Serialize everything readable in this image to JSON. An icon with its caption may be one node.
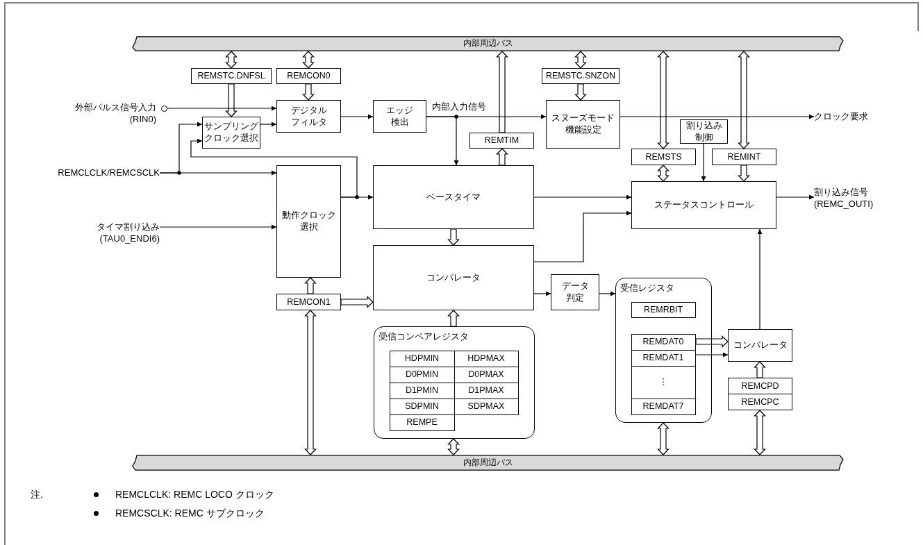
{
  "diagram": {
    "nodes": [
      {
        "text": [
          "内部周辺バス"
        ]
      },
      {
        "text": [
          "REMSTC.DNFSL"
        ]
      },
      {
        "text": [
          "REMCON0"
        ]
      },
      {
        "text": [
          "REMSTC.SNZON"
        ]
      },
      {
        "text": [],
        "shape": "circle",
        "beside": [
          "外部パルス信号入力 (RIN0)"
        ]
      },
      {
        "text": [
          "デジタルフィルタ"
        ]
      },
      {
        "text": [
          "エッジ検出"
        ]
      },
      {
        "text": [
          "スヌーズモード機能設定"
        ]
      },
      {
        "text": [
          "クロック要求"
        ]
      },
      {
        "text": [
          "サンプリングクロック選択"
        ]
      },
      {
        "text": [
          "割り込み制御"
        ]
      },
      {
        "text": [
          "REMTIM"
        ]
      },
      {
        "text": [
          "REMSTS"
        ]
      },
      {
        "text": [
          "REMINT"
        ]
      },
      {
        "text": [
          "REMCLCLK/REMCSCLK"
        ]
      },
      {
        "text": [
          "動作クロック選択"
        ]
      },
      {
        "text": [
          "ベースタイマ"
        ]
      },
      {
        "text": [
          "ステータスコントロール"
        ]
      },
      {
        "text": [
          "割り込み信号 (REMC_OUTI)"
        ]
      },
      {
        "text": [
          "タイマ割り込み (TAU0_ENDI6)"
        ]
      },
      {
        "text": [
          "コンパレータ"
        ]
      },
      {
        "text": [
          "データ判定"
        ]
      },
      {
        "text": [
          "受信レジスタ"
        ]
      },
      {
        "text": [
          "REMRBIT"
        ],
        "in": 22
      },
      {
        "text": [
          "REMCON1"
        ]
      },
      {
        "text": [
          "受信コンペアレジスタ"
        ]
      },
      {
        "text": [
          "HDPMIN"
        ],
        "in": 25
      },
      {
        "text": [
          "HDPMAX"
        ],
        "in": 25
      },
      {
        "text": [
          "D0PMIN"
        ],
        "in": 25
      },
      {
        "text": [
          "D0PMAX"
        ],
        "in": 25
      },
      {
        "text": [
          "D1PMIN"
        ],
        "in": 25
      },
      {
        "text": [
          "D1PMAX"
        ],
        "in": 25
      },
      {
        "text": [
          "SDPMIN"
        ],
        "in": 25
      },
      {
        "text": [
          "SDPMAX"
        ],
        "in": 25
      },
      {
        "text": [
          "REMPE"
        ],
        "in": 25
      },
      {
        "text": [
          "REMDAT0"
        ],
        "in": 22
      },
      {
        "text": [
          "REMDAT1"
        ],
        "in": 22
      },
      {
        "text": [
          "⋮"
        ],
        "in": 22
      },
      {
        "text": [
          "REMDAT7"
        ],
        "in": 22
      },
      {
        "text": [
          "コンパレータ"
        ]
      },
      {
        "text": [
          "REMCPD"
        ]
      },
      {
        "text": [
          "REMCPC"
        ]
      },
      {
        "text": [
          "内部周辺バス"
        ]
      }
    ],
    "edges": [
      {
        "from": 0,
        "to": 1,
        "arrow": "both",
        "style": "thick"
      },
      {
        "from": 0,
        "to": 2,
        "arrow": "both",
        "style": "thick"
      },
      {
        "from": 1,
        "to": 9,
        "arrow": "to",
        "style": "thick"
      },
      {
        "from": 2,
        "to": 5,
        "arrow": "to",
        "style": "thick"
      },
      {
        "from": 0,
        "to": 3,
        "arrow": "both",
        "style": "thick"
      },
      {
        "from": 3,
        "to": 7,
        "arrow": "to",
        "style": "thick"
      },
      {
        "from": 4,
        "to": 5,
        "arrow": "to"
      },
      {
        "from": 9,
        "to": 5,
        "arrow": "to"
      },
      {
        "from": 5,
        "to": 6,
        "arrow": "to"
      },
      {
        "from": 6,
        "to": 7,
        "arrow": "to",
        "label": "内部入力信号"
      },
      {
        "from": 6,
        "to": 16,
        "arrow": "to"
      },
      {
        "from": 7,
        "to": 8,
        "arrow": "to"
      },
      {
        "from": 11,
        "to": 0,
        "arrow": "to",
        "style": "thick"
      },
      {
        "from": 16,
        "to": 11,
        "arrow": "to",
        "style": "thick"
      },
      {
        "from": 0,
        "to": 12,
        "arrow": "both",
        "style": "thick"
      },
      {
        "from": 12,
        "to": 17,
        "arrow": "both",
        "style": "thick"
      },
      {
        "from": 0,
        "to": 13,
        "arrow": "both",
        "style": "thick"
      },
      {
        "from": 13,
        "to": 17,
        "arrow": "to",
        "style": "thick"
      },
      {
        "from": 10,
        "to": 17,
        "arrow": "to"
      },
      {
        "from": 14,
        "to": 15,
        "arrow": "to"
      },
      {
        "from": 14,
        "to": 9,
        "arrow": "to"
      },
      {
        "from": 15,
        "to": 16,
        "arrow": "to"
      },
      {
        "from": 15,
        "to": 9,
        "arrow": "to"
      },
      {
        "from": 19,
        "to": 15,
        "arrow": "to"
      },
      {
        "from": 16,
        "to": 17,
        "arrow": "to"
      },
      {
        "from": 17,
        "to": 18,
        "arrow": "to"
      },
      {
        "from": 16,
        "to": 20,
        "arrow": "to",
        "style": "thick"
      },
      {
        "from": 20,
        "to": 17,
        "arrow": "to"
      },
      {
        "from": 20,
        "to": 21,
        "arrow": "to"
      },
      {
        "from": 21,
        "to": 22,
        "arrow": "to"
      },
      {
        "from": 24,
        "to": 15,
        "arrow": "to",
        "style": "thick"
      },
      {
        "from": 24,
        "to": 20,
        "arrow": "to",
        "style": "thick"
      },
      {
        "from": 24,
        "to": 42,
        "arrow": "both",
        "style": "thick"
      },
      {
        "from": 25,
        "to": 20,
        "arrow": "to",
        "style": "thick"
      },
      {
        "from": 42,
        "to": 25,
        "arrow": "both",
        "style": "thick"
      },
      {
        "from": 22,
        "to": 42,
        "arrow": "both",
        "style": "thick"
      },
      {
        "from": 35,
        "to": 39,
        "arrow": "to",
        "style": "thick"
      },
      {
        "from": 36,
        "to": 39,
        "arrow": "to"
      },
      {
        "from": 40,
        "to": 39,
        "arrow": "to",
        "style": "thick"
      },
      {
        "from": 41,
        "to": 42,
        "arrow": "both",
        "style": "thick"
      },
      {
        "from": 39,
        "to": 17,
        "arrow": "to"
      }
    ],
    "labels": [
      "注.",
      "REMCLCLK: REMC LOCO クロック",
      "REMCSCLK: REMC サブクロック"
    ]
  }
}
